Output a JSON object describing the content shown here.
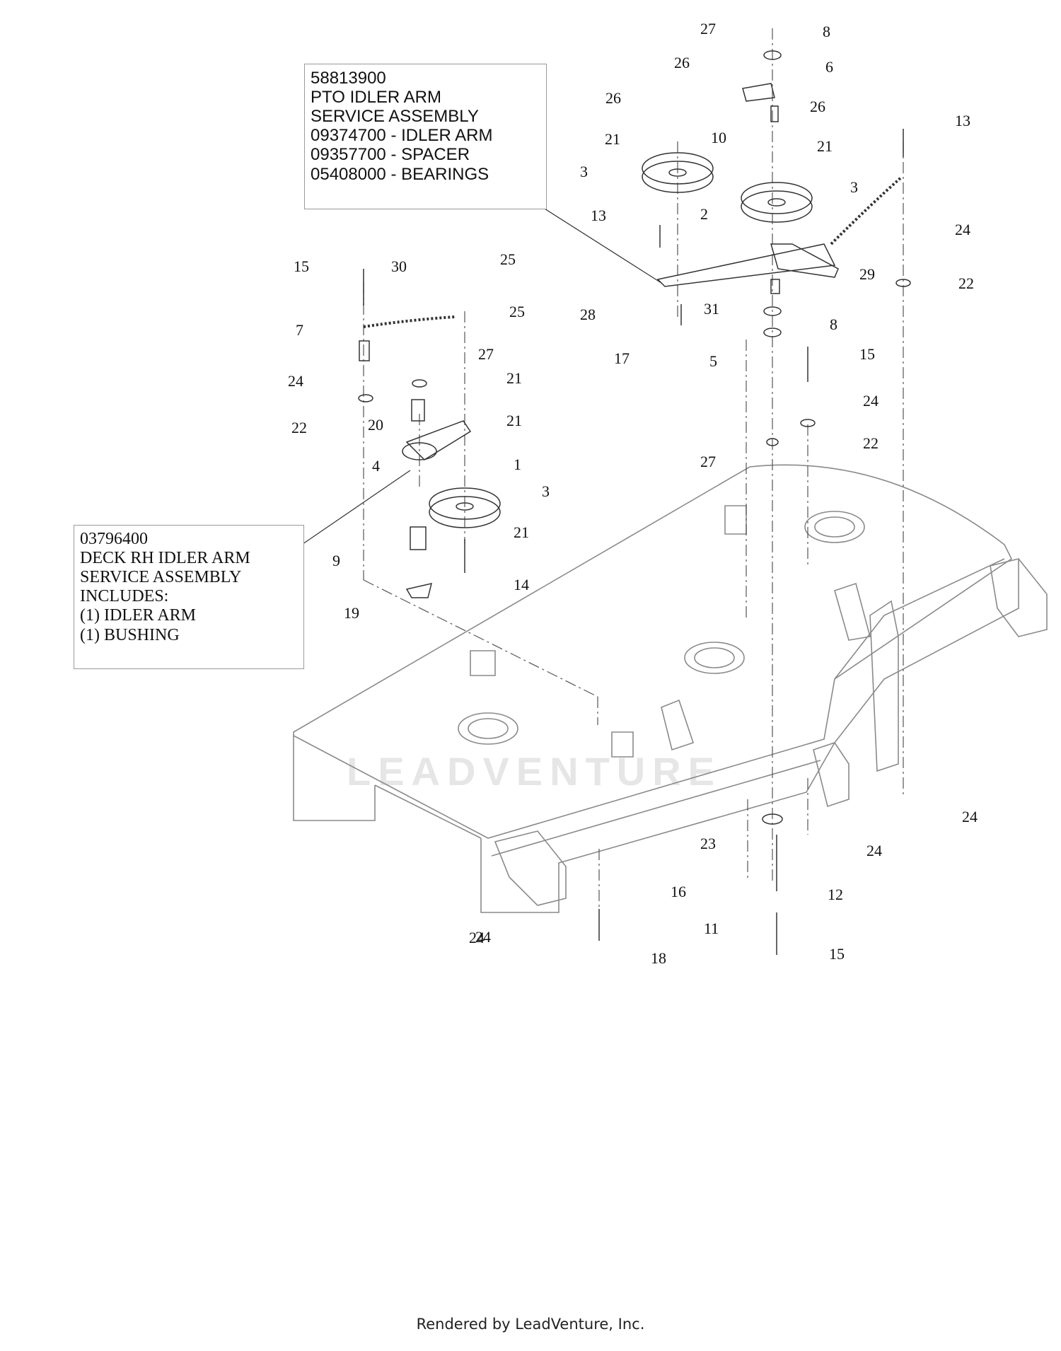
{
  "callouts": {
    "pto_idler": {
      "lines": [
        "58813900",
        "PTO IDLER ARM",
        "SERVICE ASSEMBLY",
        "09374700 - IDLER ARM",
        "09357700 - SPACER",
        "05408000 - BEARINGS"
      ]
    },
    "rh_idler": {
      "lines": [
        "03796400",
        "DECK RH IDLER ARM",
        "SERVICE ASSEMBLY",
        "INCLUDES:",
        "(1) IDLER ARM",
        "(1) BUSHING"
      ]
    }
  },
  "part_labels": [
    "27",
    "8",
    "26",
    "6",
    "26",
    "10",
    "26",
    "21",
    "21",
    "3",
    "3",
    "13",
    "13",
    "2",
    "24",
    "29",
    "22",
    "15",
    "30",
    "25",
    "25",
    "7",
    "27",
    "28",
    "31",
    "8",
    "17",
    "5",
    "24",
    "21",
    "21",
    "22",
    "20",
    "15",
    "24",
    "22",
    "4",
    "1",
    "27",
    "3",
    "21",
    "9",
    "14",
    "19",
    "24",
    "24",
    "23",
    "24",
    "16",
    "12",
    "11",
    "15",
    "24",
    "18"
  ],
  "watermark": "LEADVENTURE",
  "footer": "Rendered by LeadVenture, Inc.",
  "colors": {
    "line": "#333333",
    "deck": "#8a8a8a",
    "label": "#111111"
  }
}
